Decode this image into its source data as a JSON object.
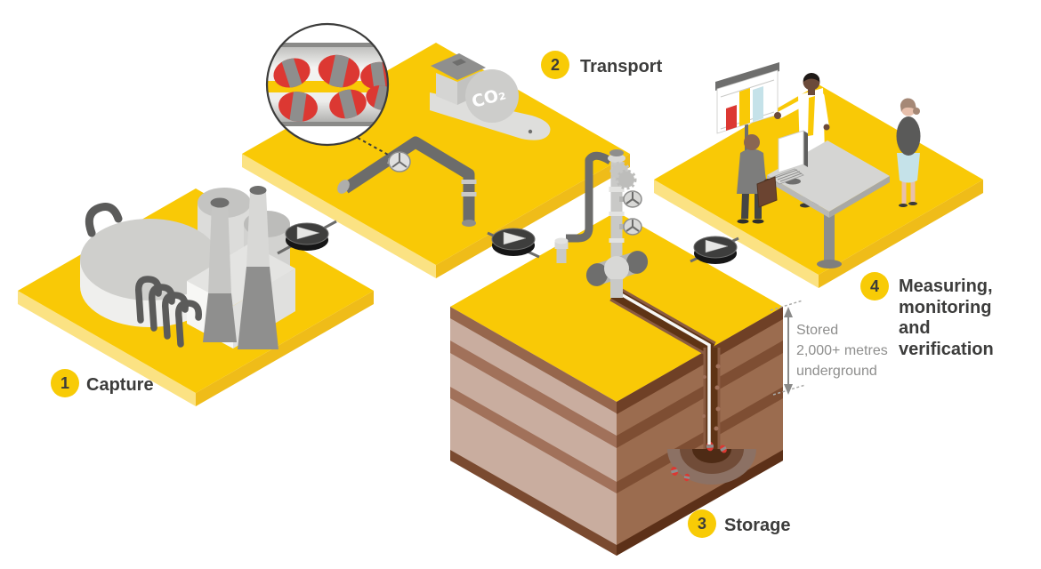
{
  "steps": [
    {
      "number": "1",
      "label": "Capture"
    },
    {
      "number": "2",
      "label": "Transport"
    },
    {
      "number": "3",
      "label": "Storage"
    },
    {
      "number": "4",
      "label": "Measuring, monitoring and verification",
      "label_lines": [
        "Measuring,",
        "monitoring",
        "and",
        "verification"
      ]
    }
  ],
  "depth_annotation": {
    "line1": "Stored",
    "line2": "2,000+ metres",
    "line3": "underground"
  },
  "ship": {
    "label": "CO₂"
  },
  "colors": {
    "platform_yellow": "#F9C906",
    "platform_edge_light": "#FBE283",
    "platform_edge_dark": "#EFBC19",
    "badge_yellow": "#F8CB06",
    "label_text": "#3C3C3B",
    "annotation_gray": "#8E8E8D",
    "molecule_red": "#DC3832",
    "molecule_gray": "#8E8E8D",
    "earth_left_face": "#C9AD9F",
    "earth_right_face": "#9B6C4F",
    "well_dark_brown": "#5F3415",
    "pipe_dark_gray": "#6C6C6B",
    "chart_bar_red": "#DC3832",
    "chart_bar_yellow": "#F9C906",
    "chart_bar_blue": "#C5E2E9"
  }
}
